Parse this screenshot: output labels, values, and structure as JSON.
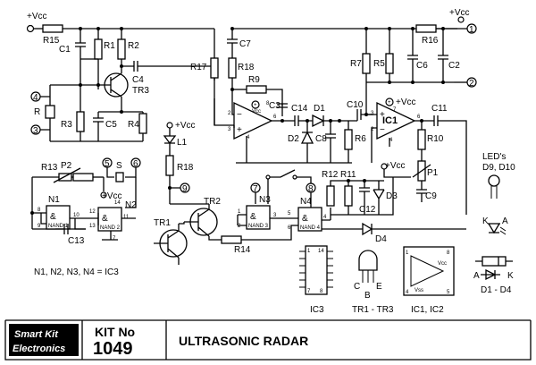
{
  "supply": {
    "vcc_top_left": "+Vcc",
    "vcc_top_right": "+Vcc",
    "vcc_l1": "+Vcc",
    "vcc_n2": "+Vcc",
    "vcc_ic1": "+Vcc",
    "vcc_p1": "+Vcc"
  },
  "terminals": {
    "t1": "1",
    "t2": "2",
    "t3": "3",
    "t4": "4",
    "t5": "5",
    "t6": "6",
    "t7": "7",
    "t8": "8",
    "t9": "9"
  },
  "components": {
    "R15": "R15",
    "R1": "R1",
    "R2": "R2",
    "R3": "R3",
    "R4": "R4",
    "R5": "R5",
    "R6": "R6",
    "R7": "R7",
    "R9": "R9",
    "R10": "R10",
    "R11": "R11",
    "R12": "R12",
    "R13": "R13",
    "R14": "R14",
    "R16": "R16",
    "R17": "R17",
    "R18a": "R18",
    "R18b": "R18",
    "R": "R",
    "C1": "C1",
    "C2": "C2",
    "C3": "C3",
    "C4": "C4",
    "C5": "C5",
    "C6": "C6",
    "C7": "C7",
    "C8": "C8",
    "C9": "C9",
    "C10": "C10",
    "C11": "C11",
    "C12": "C12",
    "C13": "C13",
    "C14": "C14",
    "D1": "D1",
    "D2": "D2",
    "D3": "D3",
    "D4": "D4",
    "TR1": "TR1",
    "TR2": "TR2",
    "TR3": "TR3",
    "P1": "P1",
    "P2": "P2",
    "S": "S",
    "L1": "L1",
    "IC1": "IC1",
    "N1": "N1",
    "N2": "N2",
    "N3": "N3",
    "N4": "N4"
  },
  "gate_subs": {
    "n1": "NAND 1",
    "n2": "NAND 2",
    "n3": "NAND 3",
    "n4": "NAND 4"
  },
  "pins": {
    "p8": "8",
    "p9": "9",
    "p10": "10",
    "p11": "11",
    "p12": "12",
    "p13": "13",
    "p14": "14",
    "p7": "7",
    "p1": "1",
    "p2": "2",
    "p3": "3",
    "p4": "4",
    "p5": "5",
    "p6": "6",
    "o2": "2",
    "o3": "3",
    "o4": "4",
    "o6": "6",
    "o7": "7",
    "o8": "8",
    "o5": "5",
    "o1": "1",
    "i2": "2",
    "i3": "3",
    "i4": "4",
    "i6": "6",
    "i7": "7",
    "i8": "8",
    "i1": "1",
    "i5": "5",
    "vcc_in": "Vcc"
  },
  "notes": {
    "gate_note": "N1, N2, N3, N4 = IC3"
  },
  "legend": {
    "leds_title": "LED's",
    "leds_names": "D9, D10",
    "led_k": "K",
    "led_a": "A",
    "ic3_label": "IC3",
    "tr_label": "TR1 - TR3",
    "ic12_label": "IC1, IC2",
    "diode_a": "A",
    "diode_k": "K",
    "diode_label": "D1 - D4",
    "pin_c": "C",
    "pin_b": "B",
    "pin_e": "E",
    "ic3_pin1": "1",
    "ic3_pin14": "14",
    "ic3_pin7": "7",
    "ic3_pin8": "8",
    "op_pin1": "1",
    "op_pin8": "8",
    "op_pin4": "4",
    "op_pin5": "5",
    "op_vcc": "Vcc",
    "op_vss": "Vss"
  },
  "footer": {
    "brand_line1": "Smart Kit",
    "brand_line2": "Electronics",
    "kit_label": "KIT No",
    "kit_number": "1049",
    "title": "ULTRASONIC RADAR"
  }
}
